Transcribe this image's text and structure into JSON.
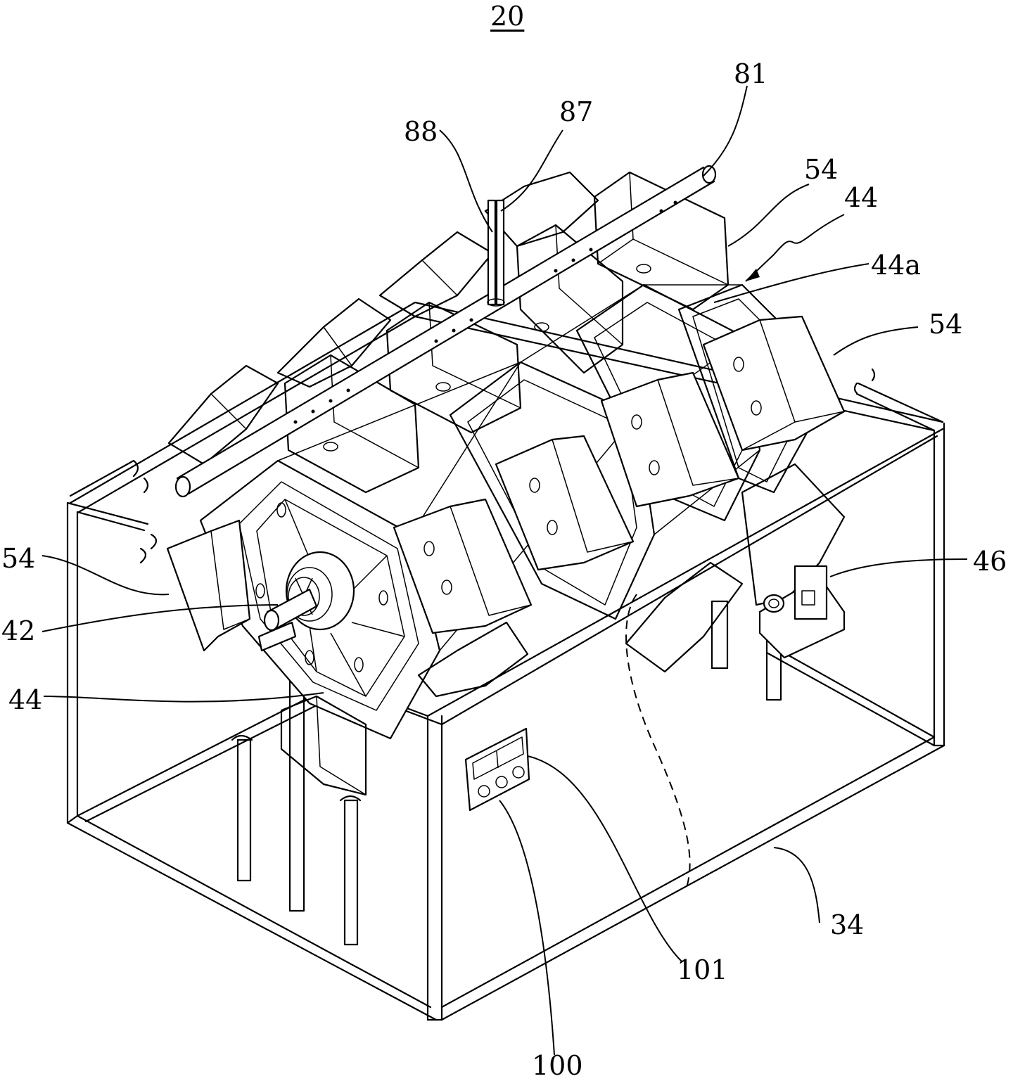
{
  "figure": {
    "number": "20"
  },
  "labels": {
    "l81": "81",
    "l87": "87",
    "l88": "88",
    "l54_top": "54",
    "l44_top": "44",
    "l44a": "44a",
    "l54_right": "54",
    "l54_left": "54",
    "l42": "42",
    "l44_left": "44",
    "l46": "46",
    "l34": "34",
    "l101": "101",
    "l100": "100"
  }
}
